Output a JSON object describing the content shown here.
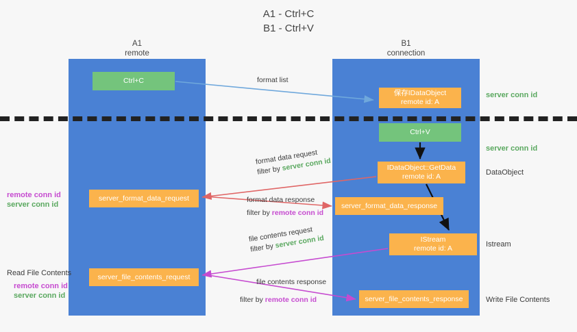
{
  "title": {
    "line1": "A1 - Ctrl+C",
    "line2": "B1 - Ctrl+V"
  },
  "columns": [
    {
      "id": "a1",
      "name": "A1",
      "role": "remote"
    },
    {
      "id": "b1",
      "name": "B1",
      "role": "connection"
    }
  ],
  "boxes": {
    "ctrl_c": {
      "label": "Ctrl+C",
      "color": "#74c47c"
    },
    "copy_dataobject": {
      "line1": "保存IDataObject",
      "line2": "remote id: A",
      "color": "#fbb34c"
    },
    "ctrl_v": {
      "label": "Ctrl+V",
      "color": "#74c47c"
    },
    "getdata": {
      "line1": "IDataObject::GetData",
      "line2": "remote id: A",
      "color": "#fbb34c"
    },
    "istream": {
      "line1": "IStream",
      "line2": "remote id: A",
      "color": "#fbb34c"
    },
    "server_format_data_request": {
      "label": "server_format_data_request",
      "color": "#fbb34c"
    },
    "server_format_data_response": {
      "label": "server_format_data_response",
      "color": "#fbb34c"
    },
    "server_file_contents_request": {
      "label": "server_file_contents_request",
      "color": "#fbb34c"
    },
    "server_file_contents_response": {
      "label": "server_file_contents_response",
      "color": "#fbb34c"
    }
  },
  "edge_labels": {
    "format_list": "format list",
    "format_data_request": "format data request",
    "format_data_request_filter_prefix": "filter by ",
    "format_data_request_filter_key": "server conn id",
    "format_data_response": "format data response",
    "format_data_response_filter_prefix": "filter by ",
    "format_data_response_filter_key": "remote conn id",
    "file_contents_request": "file contents request",
    "file_contents_request_filter_prefix": "filter by ",
    "file_contents_request_filter_key": "server conn id",
    "file_contents_response": "file contents response",
    "file_contents_response_filter_prefix": "filter by ",
    "file_contents_response_filter_key": "remote conn id"
  },
  "right_notes": {
    "server_conn_id_top": "server conn id",
    "server_conn_id_mid": "server conn id",
    "dataobject": "DataObject",
    "istream": "Istream",
    "write_file_contents": "Write File Contents"
  },
  "left_notes": {
    "remote_conn_id_1": "remote conn id",
    "server_conn_id_1": "server conn id",
    "read_file_contents": "Read File Contents",
    "remote_conn_id_2": "remote conn id",
    "server_conn_id_2": "server conn id"
  },
  "colors": {
    "lane": "#4a81d4",
    "green_box": "#74c47c",
    "orange_box": "#fbb34c",
    "green_text": "#5aa85f",
    "magenta_text": "#c64bd0",
    "divider": "#222222",
    "arrow_blue": "#6fa8dc",
    "arrow_red": "#e06666",
    "arrow_magenta": "#c64bd0",
    "arrow_black": "#111111",
    "background": "#f7f7f7"
  }
}
